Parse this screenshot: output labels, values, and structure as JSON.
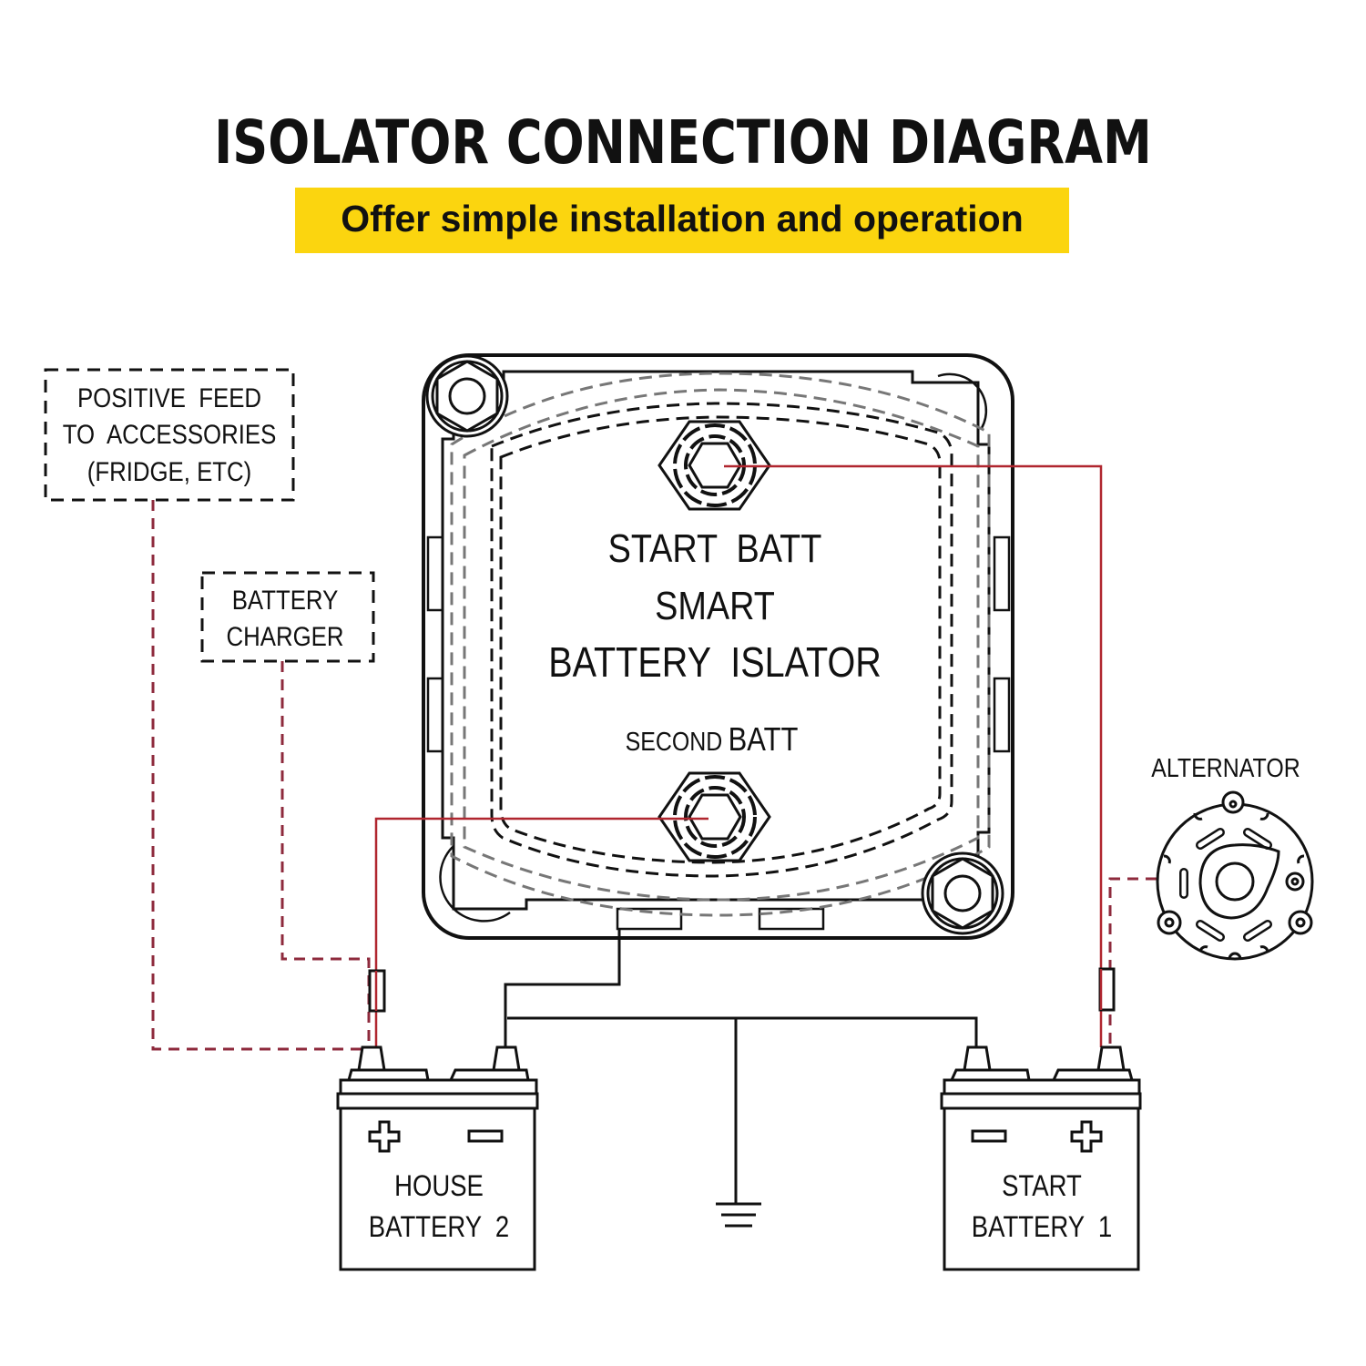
{
  "header": {
    "title": "ISOLATOR CONNECTION DIAGRAM",
    "subtitle": "Offer simple installation and operation"
  },
  "colors": {
    "line": "#111111",
    "wire_red": "#b0262f",
    "wire_dashed_red": "#8e2a3c",
    "dashed_gray": "#777777",
    "band_yellow": "#fbd50f"
  },
  "isolator": {
    "label_top": "START  BATT",
    "label_mid": "SMART",
    "label_name": "BATTERY  ISLATOR",
    "label_second_small": "SECOND",
    "label_second_batt": "BATT"
  },
  "boxes": {
    "positive_feed": [
      "POSITIVE  FEED",
      "TO  ACCESSORIES",
      "(FRIDGE, ETC)"
    ],
    "battery_charger": [
      "BATTERY",
      "CHARGER"
    ]
  },
  "alternator": {
    "label": "ALTERNATOR"
  },
  "batteries": [
    {
      "id": "house",
      "line1": "HOUSE",
      "line2": "BATTERY  2",
      "pos_symbol": "+",
      "neg_symbol": "−"
    },
    {
      "id": "start",
      "line1": "START",
      "line2": "BATTERY  1",
      "pos_symbol": "+",
      "neg_symbol": "−"
    }
  ],
  "ground": {
    "icon": "ground-symbol-icon"
  }
}
